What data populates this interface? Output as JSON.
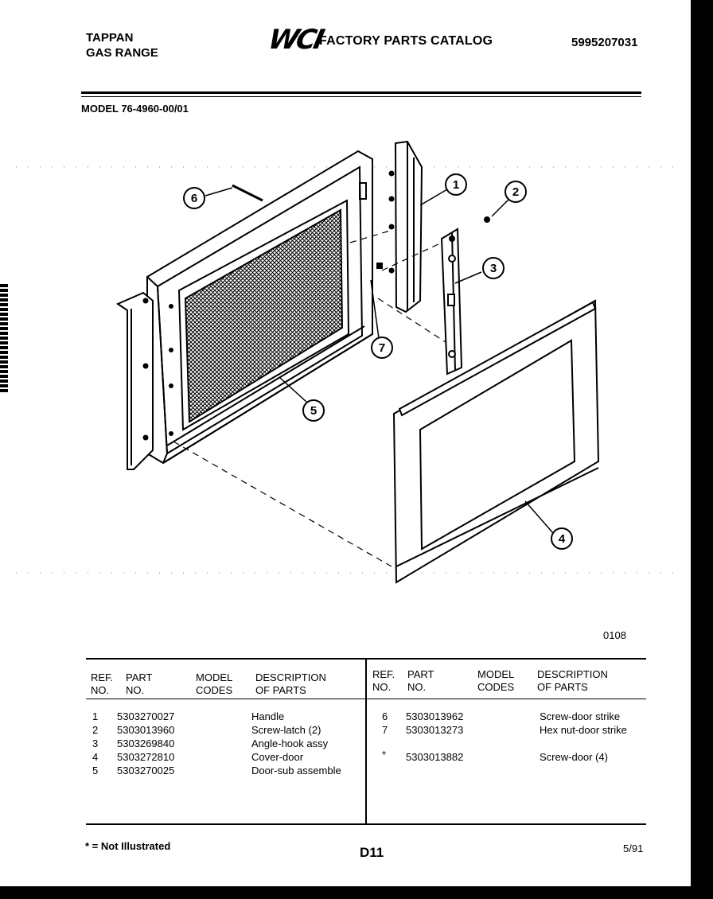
{
  "header": {
    "brand": "TAPPAN",
    "product": "GAS RANGE",
    "logo": "WCI",
    "catalog_title": "FACTORY PARTS CATALOG",
    "catalog_number": "5995207031",
    "model": "MODEL 76-4960-00/01"
  },
  "diagram": {
    "callouts": [
      "1",
      "2",
      "3",
      "4",
      "5",
      "6",
      "7"
    ],
    "diagram_code": "0108"
  },
  "table": {
    "headers": {
      "ref": [
        "REF.",
        "NO."
      ],
      "part": [
        "PART",
        "NO."
      ],
      "model": [
        "MODEL",
        "CODES"
      ],
      "desc": [
        "DESCRIPTION",
        "OF PARTS"
      ]
    },
    "left_rows": [
      {
        "ref": "1",
        "part": "5303270027",
        "codes": "",
        "desc": "Handle"
      },
      {
        "ref": "2",
        "part": "5303013960",
        "codes": "",
        "desc": "Screw-latch (2)"
      },
      {
        "ref": "3",
        "part": "5303269840",
        "codes": "",
        "desc": "Angle-hook assy"
      },
      {
        "ref": "4",
        "part": "5303272810",
        "codes": "",
        "desc": "Cover-door"
      },
      {
        "ref": "5",
        "part": "5303270025",
        "codes": "",
        "desc": "Door-sub assemble"
      }
    ],
    "right_rows": [
      {
        "ref": "6",
        "part": "5303013962",
        "codes": "",
        "desc": "Screw-door strike"
      },
      {
        "ref": "7",
        "part": "5303013273",
        "codes": "",
        "desc": "Hex nut-door strike"
      },
      {
        "ref": "*",
        "part": "5303013882",
        "codes": "",
        "desc": "Screw-door (4)"
      }
    ]
  },
  "footer": {
    "note": "* = Not Illustrated",
    "page": "D11",
    "date": "5/91"
  }
}
